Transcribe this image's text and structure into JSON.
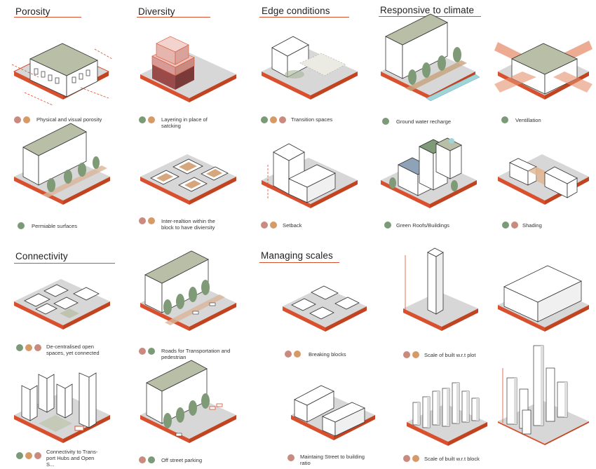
{
  "headings": {
    "porosity": "Porosity",
    "diversity": "Diversity",
    "edge": "Edge conditions",
    "climate": "Responsive to climate",
    "connectivity": "Connectivity",
    "scales": "Managing scales"
  },
  "colors": {
    "accent": "#d9502f",
    "rose": "#c98a7f",
    "orange": "#d69a66",
    "green": "#7a9a78",
    "roof_green": "#b8bfa6",
    "tree": "#7f9a76",
    "ground": "#d7d7d7",
    "water": "#9fd4d8"
  },
  "captions": [
    {
      "key": "c1",
      "text": "Physical and visual porosity",
      "dots": [
        "rose",
        "orange"
      ]
    },
    {
      "key": "c2a",
      "text": "Layering in place of",
      "dots": [
        "green",
        "orange"
      ]
    },
    {
      "key": "c2b",
      "text": "satcking",
      "dots": []
    },
    {
      "key": "c3",
      "text": "Transition spaces",
      "dots": [
        "green",
        "orange",
        "rose"
      ]
    },
    {
      "key": "c4",
      "text": "Ground water recharge",
      "dots": [
        "green"
      ]
    },
    {
      "key": "c5",
      "text": "Ventillation",
      "dots": [
        "green"
      ]
    },
    {
      "key": "c6",
      "text": "Permiable surfaces",
      "dots": [
        "green"
      ]
    },
    {
      "key": "c7a",
      "text": "Inter-realtion within the",
      "dots": [
        "rose",
        "orange"
      ]
    },
    {
      "key": "c7b",
      "text": "block to have diviersity",
      "dots": []
    },
    {
      "key": "c8",
      "text": "Setback",
      "dots": [
        "rose",
        "orange"
      ]
    },
    {
      "key": "c9",
      "text": "Green Roofs/Buildings",
      "dots": [
        "green"
      ]
    },
    {
      "key": "c10",
      "text": "Shading",
      "dots": [
        "green",
        "rose"
      ]
    },
    {
      "key": "c11a",
      "text": "De-centralised open",
      "dots": [
        "green",
        "orange",
        "rose"
      ]
    },
    {
      "key": "c11b",
      "text": "spaces, yet connected",
      "dots": []
    },
    {
      "key": "c12a",
      "text": "Roads for Transportation and",
      "dots": [
        "rose",
        "green"
      ]
    },
    {
      "key": "c12b",
      "text": "pedestrian",
      "dots": []
    },
    {
      "key": "c13",
      "text": "Breaking blocks",
      "dots": [
        "rose",
        "orange"
      ]
    },
    {
      "key": "c14",
      "text": "Scale of built w.r.t plot",
      "dots": [
        "rose",
        "orange"
      ]
    },
    {
      "key": "c15a",
      "text": "Connectivity to Trans-",
      "dots": [
        "green",
        "orange",
        "rose"
      ]
    },
    {
      "key": "c15b",
      "text": "port Hubs and Open",
      "dots": []
    },
    {
      "key": "c15c",
      "text": "S...",
      "dots": []
    },
    {
      "key": "c16",
      "text": "Off street parking",
      "dots": [
        "rose",
        "green"
      ]
    },
    {
      "key": "c17a",
      "text": "Maintaing Street to building",
      "dots": [
        "rose"
      ]
    },
    {
      "key": "c17b",
      "text": "ratio",
      "dots": []
    },
    {
      "key": "c18",
      "text": "Scale of built w.r.t block",
      "dots": [
        "rose",
        "orange"
      ]
    }
  ]
}
